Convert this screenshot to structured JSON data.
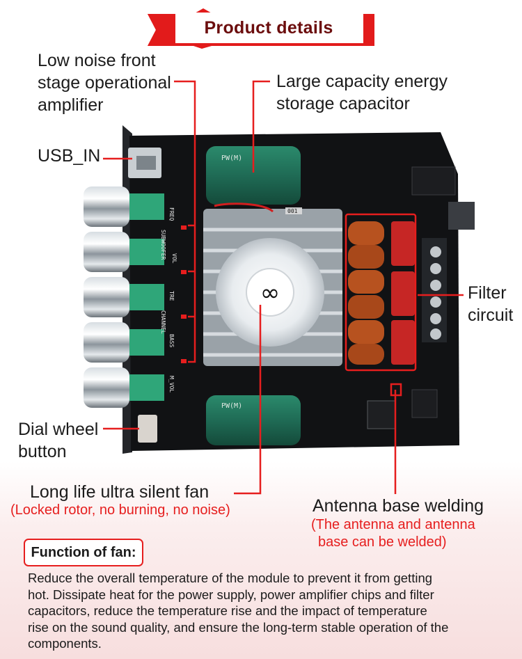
{
  "header": {
    "title": "Product details"
  },
  "callouts": {
    "op_amp": [
      "Low noise front",
      "stage operational",
      "amplifier"
    ],
    "capacitor": [
      "Large capacity energy",
      "storage capacitor"
    ],
    "usb": "USB_IN",
    "filter": [
      "Filter",
      "circuit"
    ],
    "dial": [
      "Dial wheel",
      "button"
    ],
    "fan": {
      "title": "Long life ultra silent fan",
      "note": "(Locked rotor, no burning, no noise)"
    },
    "antenna": {
      "title": "Antenna base welding",
      "note": [
        "(The antenna and antenna",
        "base can be welded)"
      ]
    }
  },
  "board": {
    "silk_labels": [
      "FREQ",
      "SUBWOOFER",
      "VOL",
      "TRE",
      "CHANNEL",
      "BASS",
      "M_VOL"
    ],
    "capacitor_print": "PW(M)",
    "resistor_print": "001"
  },
  "function": {
    "title": "Function of fan:",
    "lines": [
      "Reduce the overall temperature of the module to prevent it from getting",
      "hot. Dissipate heat for the power supply, power amplifier chips and filter",
      "capacitors, reduce the temperature rise and the impact of temperature",
      "rise on the sound quality, and ensure the long-term stable operation of the",
      "components."
    ]
  },
  "colors": {
    "accent": "#e61e1e",
    "banner": "#e21b1b",
    "title_text": "#6b0d0d",
    "pcb": "#111214",
    "capacitor": "#1f6b55",
    "knob_block": "#2fa679"
  }
}
